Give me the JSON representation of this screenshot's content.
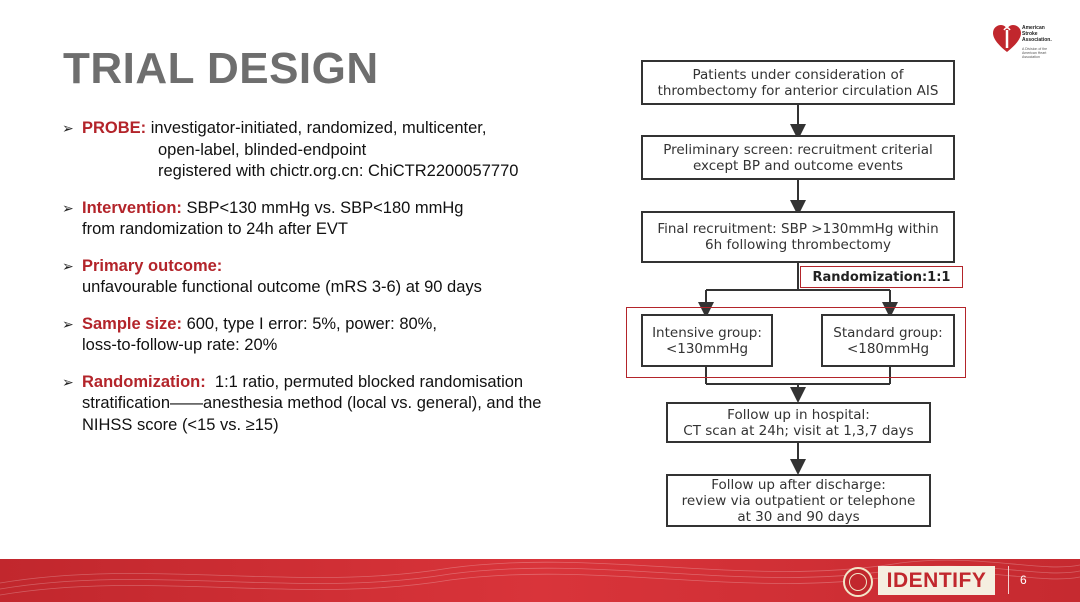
{
  "slide": {
    "title": "TRIAL DESIGN",
    "page_number": "6"
  },
  "logo": {
    "line1": "American",
    "line2": "Stroke",
    "line3": "Association.",
    "subtext": "A Division of the American Heart Association"
  },
  "bullets": {
    "probe": {
      "key": "PROBE:",
      "text1": "investigator-initiated, randomized, multicenter,",
      "text2": "open-label, blinded-endpoint",
      "text3": "registered with chictr.org.cn: ChiCTR2200057770"
    },
    "intervention": {
      "key": "Intervention:",
      "text1": "SBP<130 mmHg vs. SBP<180 mmHg",
      "text2": "from randomization to 24h after EVT"
    },
    "primary": {
      "key": "Primary outcome:",
      "text1": "unfavourable functional outcome (mRS 3-6) at 90 days"
    },
    "sample": {
      "key": "Sample size:",
      "text1": "600, type I error: 5%, power: 80%,",
      "text2": "loss-to-follow-up rate: 20%"
    },
    "randomization": {
      "key": "Randomization:",
      "text1": "1:1 ratio, permuted blocked randomisation",
      "text2": "stratification——anesthesia method (local vs. general), and the",
      "text3": "NIHSS score (<15 vs. ≥15)"
    }
  },
  "flowchart": {
    "box1": [
      "Patients under consideration of",
      "thrombectomy  for anterior circulation AIS"
    ],
    "box2": [
      "Preliminary screen: recruitment criterial",
      "except BP and outcome events"
    ],
    "box3": [
      "Final recruitment: SBP >130mmHg within",
      "6h following thrombectomy"
    ],
    "randomization_label": "Randomization:1:1",
    "intensive": [
      "Intensive group:",
      "<130mmHg"
    ],
    "standard": [
      "Standard group:",
      "<180mmHg"
    ],
    "box6": [
      "Follow up in hospital:",
      "CT scan at 24h; visit at 1,3,7 days"
    ],
    "box7": [
      "Follow up after discharge:",
      "review via outpatient or telephone",
      "at 30 and 90 days"
    ]
  },
  "footer": {
    "brand": "IDENTIFY"
  },
  "colors": {
    "accent_red": "#b3242a",
    "title_gray": "#6e6e6e",
    "footer_red": "#c1272d"
  }
}
